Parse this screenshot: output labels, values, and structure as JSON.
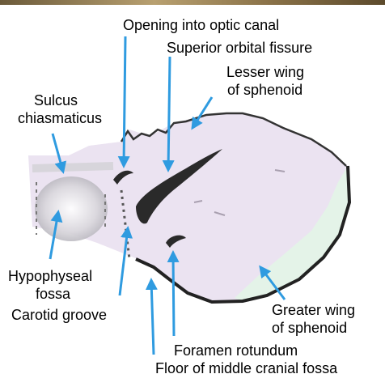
{
  "labels": {
    "opening_optic_canal": "Opening into optic canal",
    "superior_orbital_fissure": "Superior orbital fissure",
    "lesser_wing_1": "Lesser wing",
    "lesser_wing_2": "of sphenoid",
    "sulcus_1": "Sulcus",
    "sulcus_2": "chiasmaticus",
    "hypophyseal_1": "Hypophyseal",
    "hypophyseal_2": "fossa",
    "carotid_groove": "Carotid groove",
    "greater_wing_1": "Greater wing",
    "greater_wing_2": "of sphenoid",
    "foramen_rotundum": "Foramen rotundum",
    "floor_middle_fossa": "Floor of middle cranial fossa"
  },
  "colors": {
    "bone_fill": "#ebe3f1",
    "greater_wing_fill": "#e4f3e8",
    "outline": "#333333",
    "arrow": "#2f9be0",
    "fissure": "#2a2a2a"
  }
}
